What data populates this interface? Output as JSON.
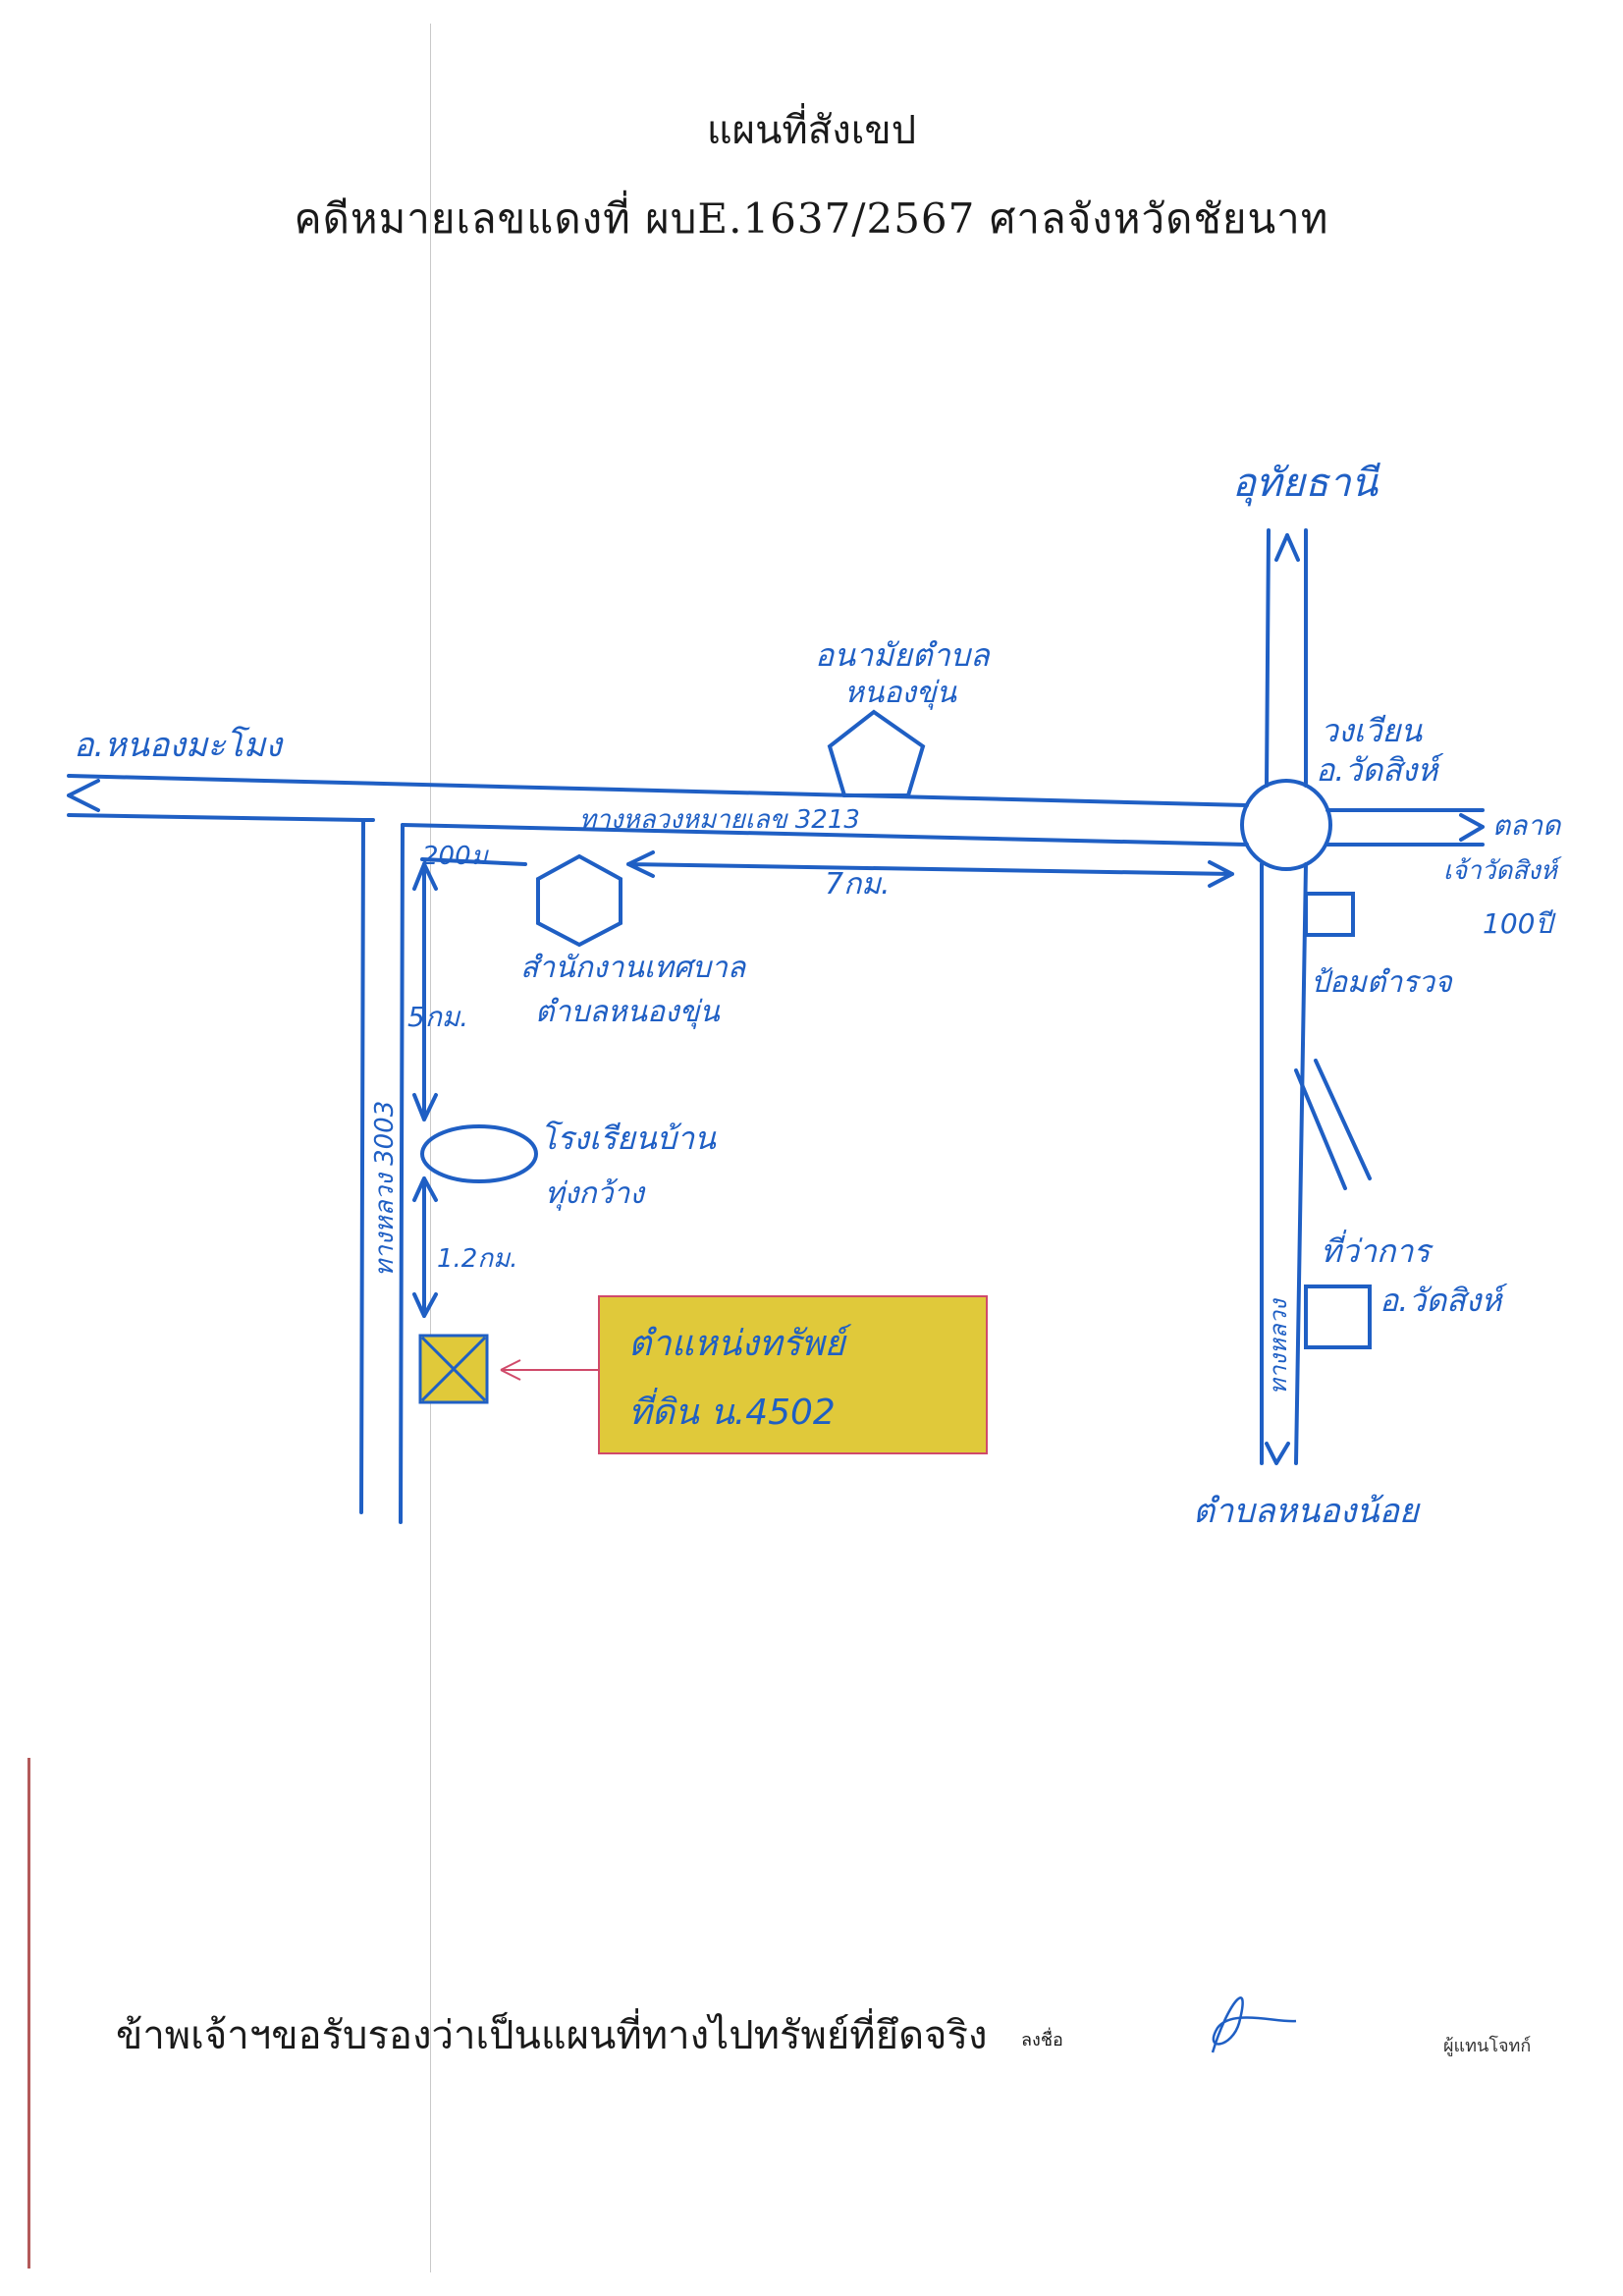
{
  "header": {
    "title": "แผนที่สังเขป",
    "case_line": "คดีหมายเลขแดงที่ ผบE.1637/2567 ศาลจังหวัดชัยนาท"
  },
  "map": {
    "labels": {
      "north_dest": "อุทัยธานี",
      "west_dest": "อ.หนองมะโมง",
      "highway_main": "ทางหลวงหมายเลข 3213",
      "highway_side": "ทางหลวง 3003",
      "highway_south": "ทางหลวง",
      "health_center": "อนามัยตำบล",
      "health_center_sub": "หนองขุ่น",
      "roundabout": "วงเวียน",
      "roundabout_sub": "อ.วัดสิงห์",
      "market": "ตลาด",
      "market_sub1": "เจ้าวัดสิงห์",
      "market_sub2": "100ปี",
      "dist_left": "200ม.",
      "dist_main": "7กม.",
      "subdistrict_office": "สำนักงานเทศบาล",
      "subdistrict_office_sub": "ตำบลหนองขุ่น",
      "dist_down": "5กม.",
      "police": "ป้อมตำรวจ",
      "school": "โรงเรียนบ้าน",
      "school_sub": "ทุ่งกว้าง",
      "dist_lower": "1.2กม.",
      "district_office": "ที่ว่าการ",
      "district_office_sub": "อ.วัดสิงห์",
      "property_line1": "ตำแหน่งทรัพย์",
      "property_line2": "ที่ดิน น.4502",
      "south_dest": "ตำบลหนองน้อย"
    },
    "colors": {
      "ink": "#1f5fc4",
      "highlight": "#e0c93a",
      "pointer": "#d04a6a"
    }
  },
  "footer": {
    "certification": "ข้าพเจ้าฯขอรับรองว่าเป็นแผนที่ทางไปทรัพย์ที่ยึดจริง",
    "sign_label": "ลงชื่อ",
    "role_label": "ผู้แทนโจทก์"
  }
}
